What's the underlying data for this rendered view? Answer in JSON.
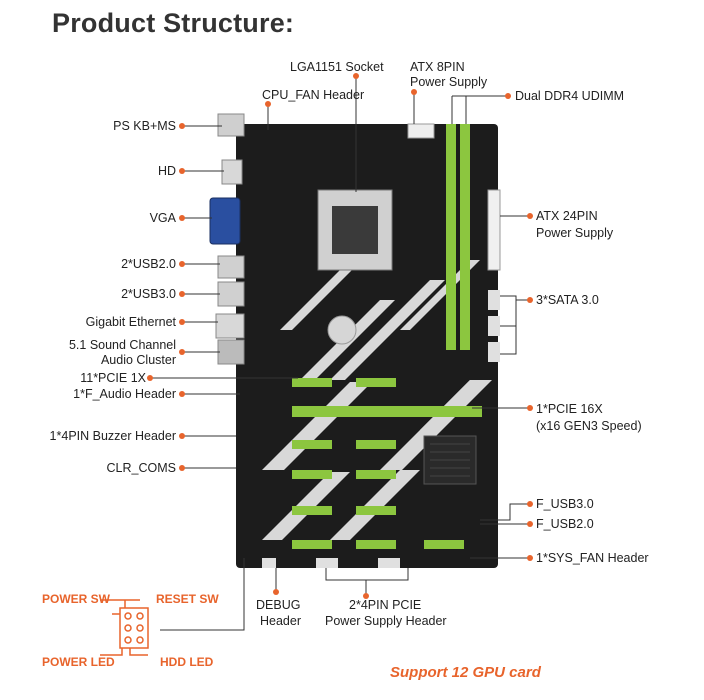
{
  "title": "Product Structure:",
  "labels": {
    "lga1151": "LGA1151 Socket",
    "atx8_line1": "ATX 8PIN",
    "atx8_line2": "Power Supply",
    "cpu_fan": "CPU_FAN Header",
    "ddr4": "Dual DDR4 UDIMM",
    "ps_kb_ms": "PS KB+MS",
    "hd": "HD",
    "vga": "VGA",
    "atx24_line1": "ATX 24PIN",
    "atx24_line2": "Power Supply",
    "usb20": "2*USB2.0",
    "usb30": "2*USB3.0",
    "sata": "3*SATA 3.0",
    "gigabit": "Gigabit Ethernet",
    "audio_line1": "5.1 Sound Channel",
    "audio_line2": "Audio Cluster",
    "pcie1x": "11*PCIE 1X",
    "f_audio": "1*F_Audio Header",
    "pcie16_line1": "1*PCIE 16X",
    "pcie16_line2": "(x16 GEN3 Speed)",
    "buzzer": "1*4PIN Buzzer Header",
    "clr": "CLR_COMS",
    "f_usb30": "F_USB3.0",
    "f_usb20": "F_USB2.0",
    "sys_fan": "1*SYS_FAN Header",
    "debug_line1": "DEBUG",
    "debug_line2": "Header",
    "pcie_pwr_line1": "2*4PIN PCIE",
    "pcie_pwr_line2": "Power Supply Header",
    "power_sw": "POWER SW",
    "reset_sw": "RESET SW",
    "power_led": "POWER LED",
    "hdd_led": "HDD  LED"
  },
  "footer": "Support 12 GPU card",
  "colors": {
    "accent": "#e8642c",
    "board": "#1c1c1c",
    "slot_green": "#8cc63f",
    "line": "#333333"
  }
}
